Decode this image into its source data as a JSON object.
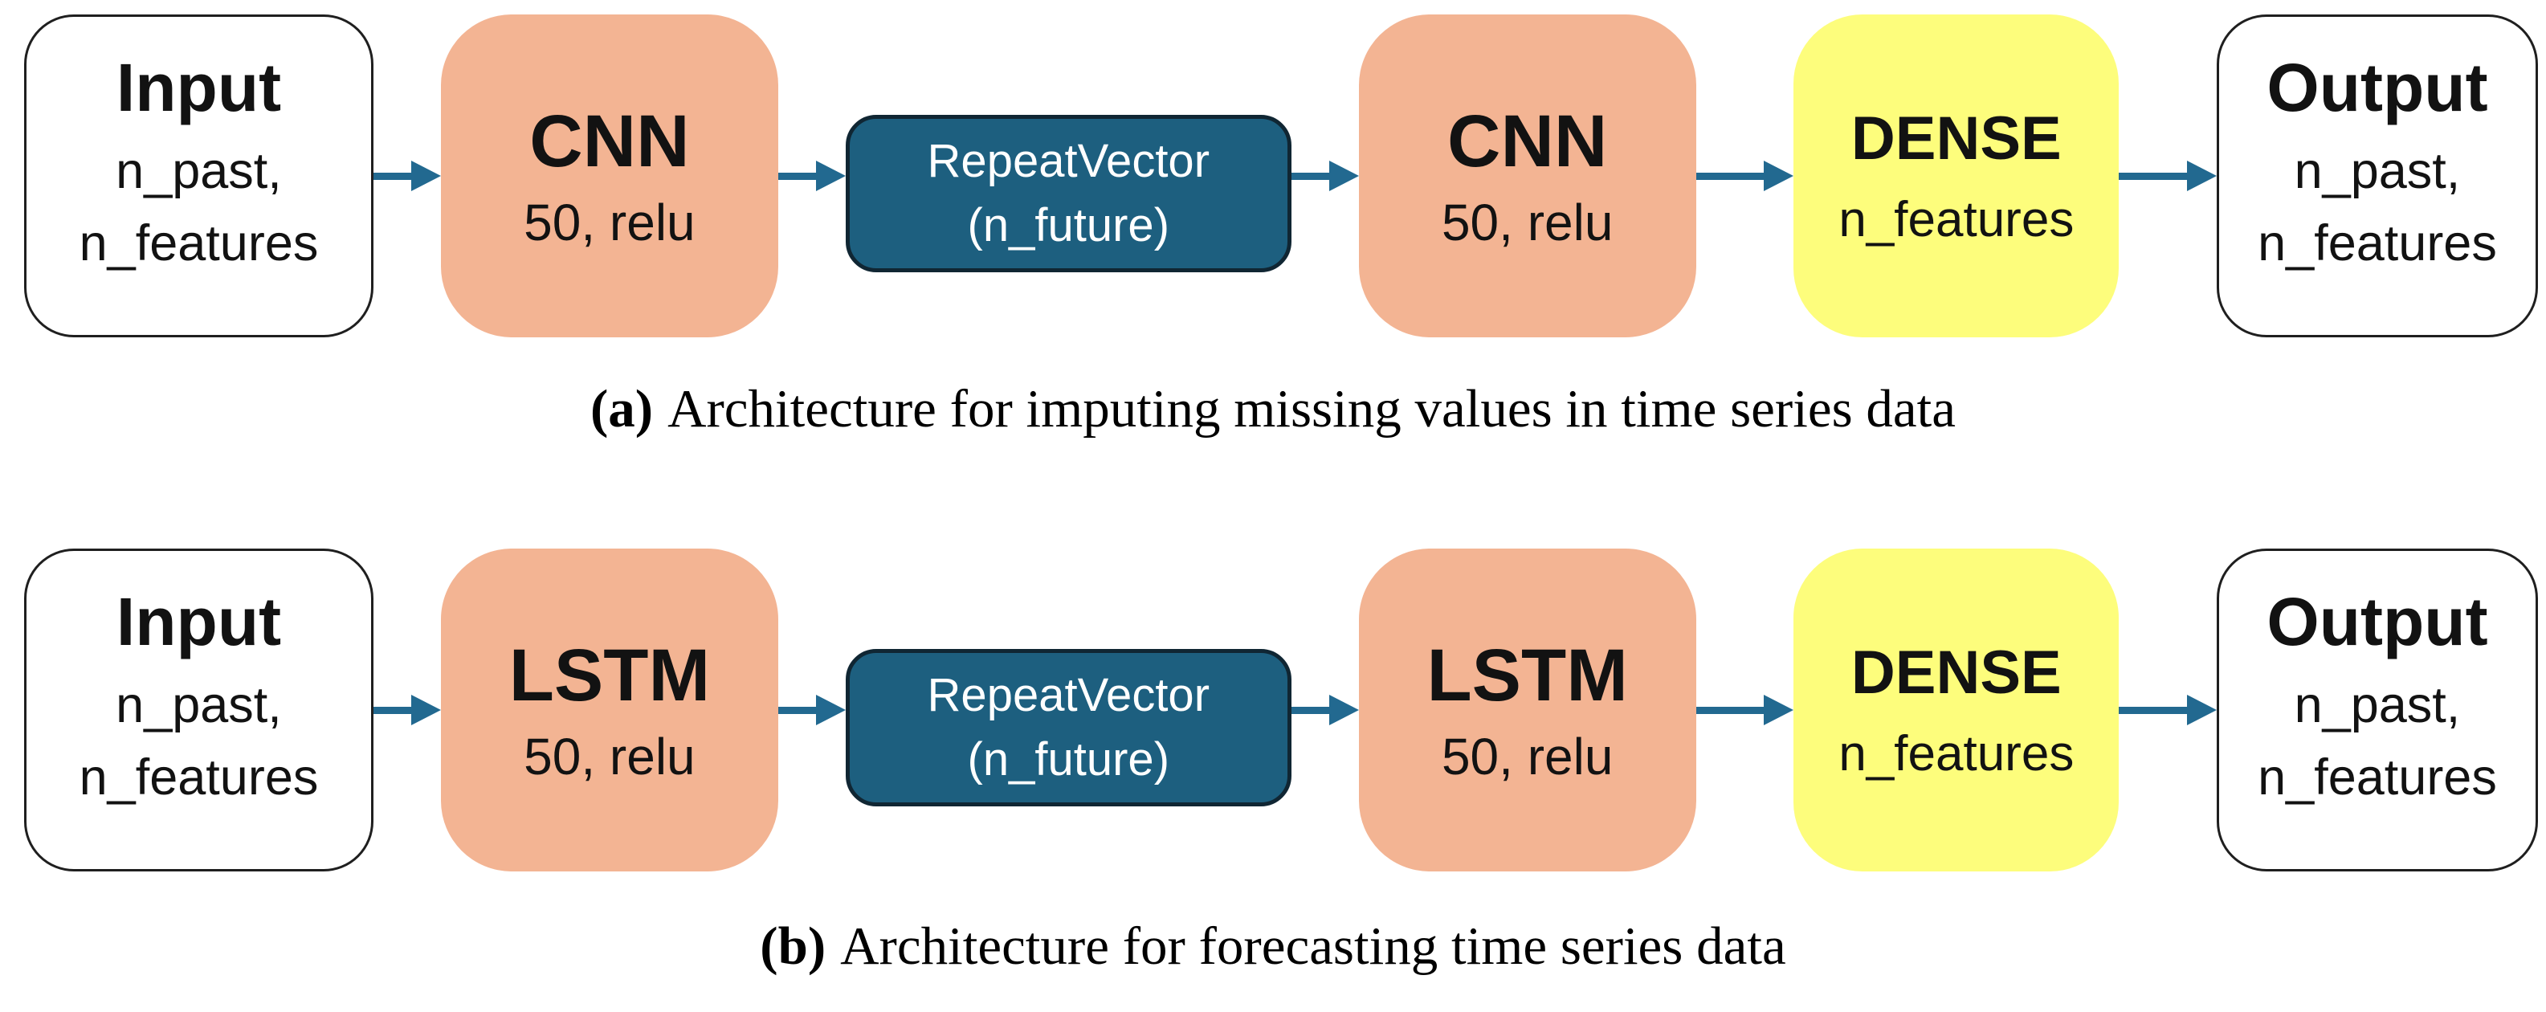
{
  "colors": {
    "layer-fill": "#f3b493",
    "dense-fill": "#fdfd7c",
    "repeat-fill": "#1d5f7f",
    "repeat-border": "#102633",
    "repeat-text": "#ffffff",
    "arrow": "#226990",
    "box-border": "#1f1f1f",
    "text": "#121212",
    "background": "#ffffff"
  },
  "figure": {
    "rows": [
      {
        "caption": {
          "label": "(a)",
          "text": "Architecture for imputing missing values in time series data"
        },
        "nodes": {
          "input": {
            "title": "Input",
            "line1": "n_past,",
            "line2": "n_features"
          },
          "layer1": {
            "title": "CNN",
            "subtitle": "50, relu"
          },
          "repeat": {
            "line1": "RepeatVector",
            "line2": "(n_future)"
          },
          "layer2": {
            "title": "CNN",
            "subtitle": "50, relu"
          },
          "dense": {
            "title": "DENSE",
            "subtitle": "n_features"
          },
          "output": {
            "title": "Output",
            "line1": "n_past,",
            "line2": "n_features"
          }
        }
      },
      {
        "caption": {
          "label": "(b)",
          "text": "Architecture for forecasting time series data"
        },
        "nodes": {
          "input": {
            "title": "Input",
            "line1": "n_past,",
            "line2": "n_features"
          },
          "layer1": {
            "title": "LSTM",
            "subtitle": "50, relu"
          },
          "repeat": {
            "line1": "RepeatVector",
            "line2": "(n_future)"
          },
          "layer2": {
            "title": "LSTM",
            "subtitle": "50, relu"
          },
          "dense": {
            "title": "DENSE",
            "subtitle": "n_features"
          },
          "output": {
            "title": "Output",
            "line1": "n_past,",
            "line2": "n_features"
          }
        }
      }
    ]
  }
}
